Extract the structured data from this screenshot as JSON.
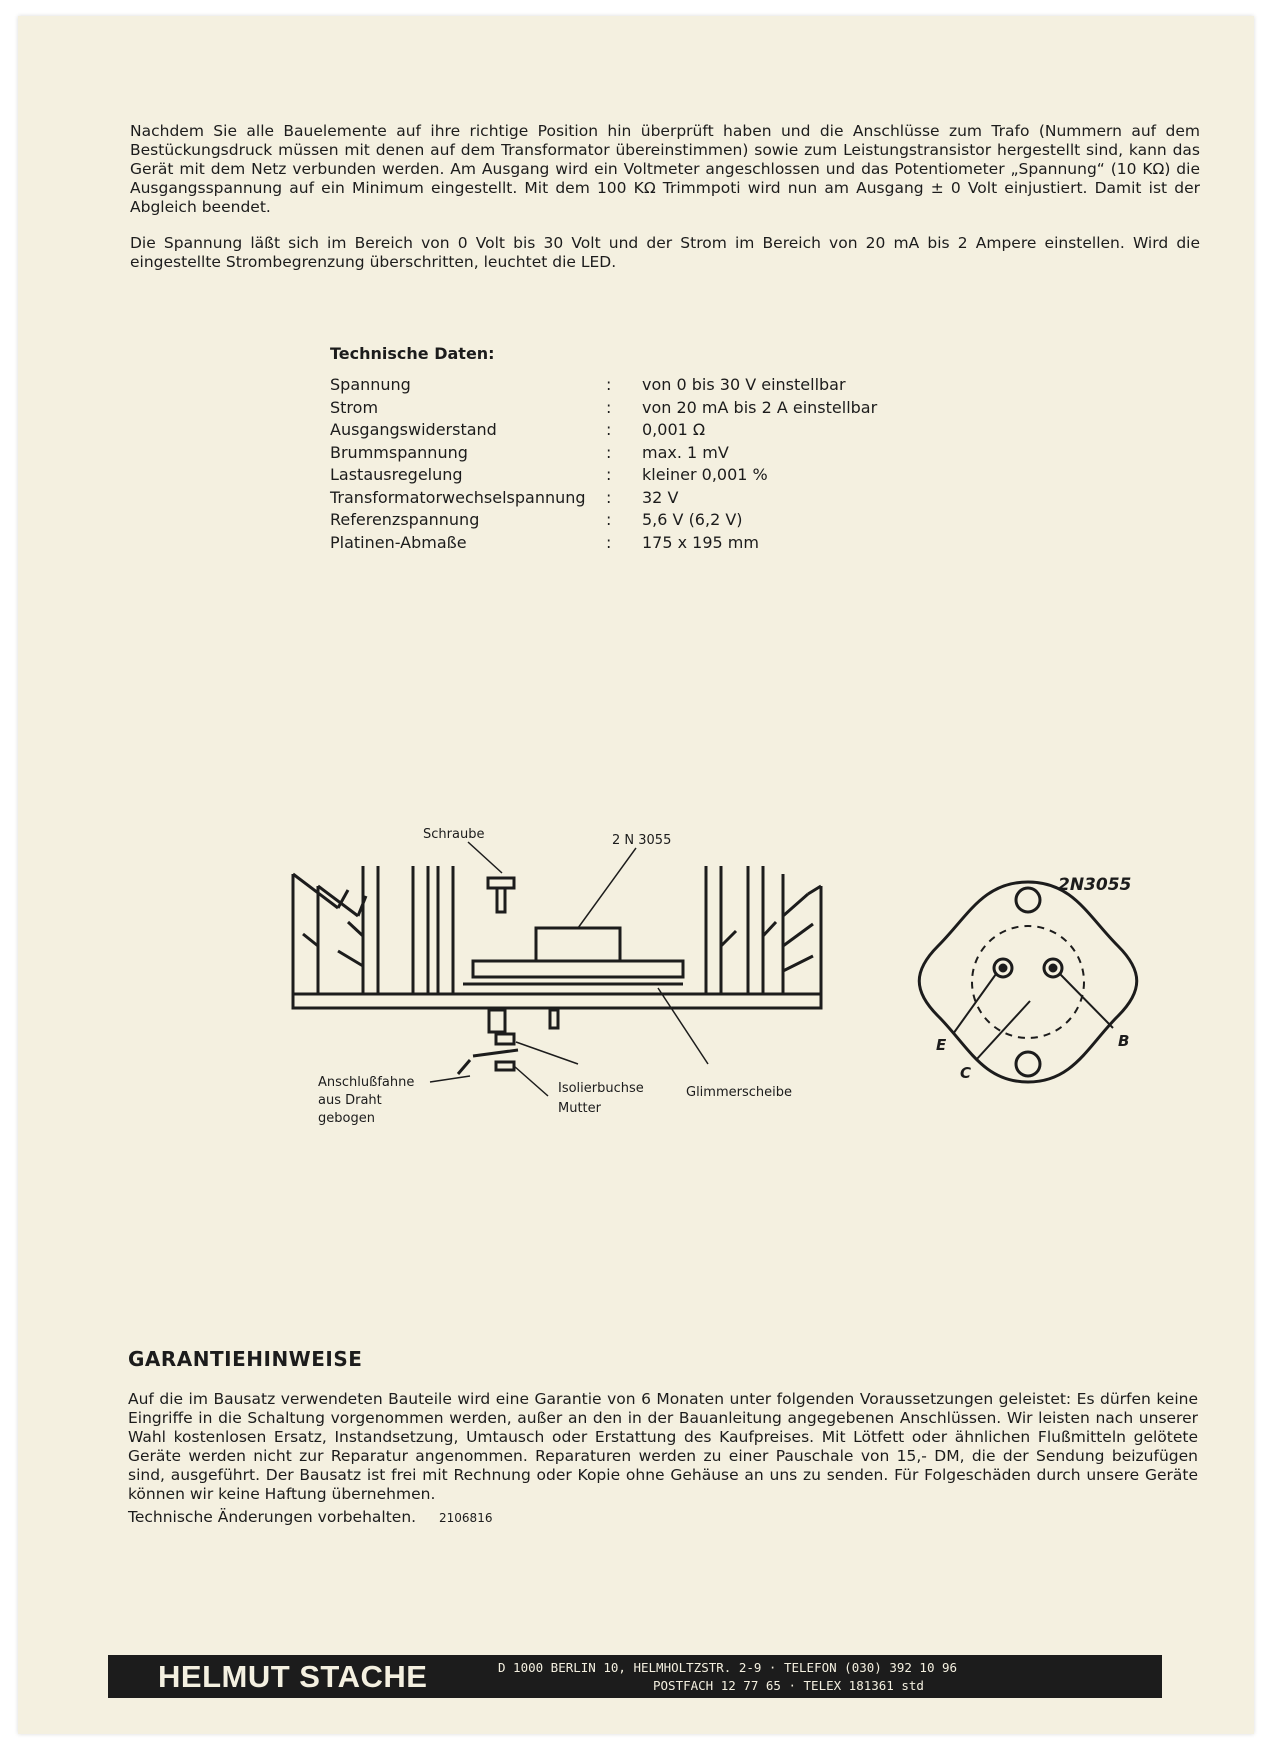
{
  "intro": {
    "p1": "Nachdem Sie alle Bauelemente auf ihre richtige Position hin überprüft haben und die Anschlüsse zum Trafo (Nummern auf dem Bestückungsdruck müssen mit denen auf dem Transformator übereinstimmen) sowie zum Leistungstransistor hergestellt sind, kann das Gerät mit dem Netz verbunden werden. Am Ausgang wird ein Voltmeter angeschlossen und das Potentiometer „Spannung“ (10 KΩ) die Ausgangsspannung auf ein Minimum eingestellt. Mit dem 100 KΩ Trimmpoti wird nun am Ausgang ± 0 Volt einjustiert. Damit ist der Abgleich beendet.",
    "p2": "Die Spannung läßt sich im Bereich von 0 Volt bis 30 Volt und der Strom im Bereich von 20 mA bis 2 Ampere einstellen. Wird die eingestellte Strombegrenzung überschritten, leuchtet die LED."
  },
  "specs": {
    "title": "Technische Daten:",
    "separator": ":",
    "rows": [
      {
        "label": "Spannung",
        "value": "von  0 bis 30 V einstellbar"
      },
      {
        "label": "Strom",
        "value": "von 20 mA bis 2 A einstellbar"
      },
      {
        "label": "Ausgangswiderstand",
        "value": "0,001 Ω"
      },
      {
        "label": "Brummspannung",
        "value": "max. 1 mV"
      },
      {
        "label": "Lastausregelung",
        "value": "kleiner 0,001 %"
      },
      {
        "label": "Transformatorwechselspannung",
        "value": "32 V"
      },
      {
        "label": "Referenzspannung",
        "value": "5,6 V  (6,2 V)"
      },
      {
        "label": "Platinen-Abmaße",
        "value": "175 x 195 mm"
      }
    ]
  },
  "diagram": {
    "screw_label": "Schraube",
    "transistor_label": "2 N 3055",
    "lug_label_1": "Anschlußfahne",
    "lug_label_2": "aus Draht",
    "lug_label_3": "gebogen",
    "bushing_label": "Isolierbuchse",
    "nut_label": "Mutter",
    "mica_label": "Glimmerscheibe"
  },
  "pinout": {
    "title": "2N3055",
    "pin_e": "E",
    "pin_c": "C",
    "pin_b": "B"
  },
  "warranty": {
    "heading": "GARANTIEHINWEISE",
    "body": "Auf die im Bausatz verwendeten Bauteile wird eine Garantie von 6 Monaten unter folgenden Voraussetzungen geleistet: Es dürfen keine Eingriffe in die Schaltung vorgenommen werden, außer an den in der Bauanleitung angegebenen Anschlüssen. Wir leisten nach unserer Wahl kostenlosen Ersatz, Instandsetzung, Umtausch oder Erstattung des Kaufpreises. Mit Lötfett oder ähnlichen Flußmitteln gelötete Geräte werden nicht zur Reparatur angenommen. Reparaturen werden zu einer Pauschale von 15,- DM, die der Sendung beizufügen sind, ausgeführt. Der Bausatz ist frei mit Rechnung oder Kopie ohne Gehäuse an uns zu senden. Für Folgeschäden durch unsere Geräte können wir keine Haftung übernehmen.",
    "note": "Technische Änderungen vorbehalten.",
    "code": "2106816"
  },
  "footer": {
    "brand": "HELMUT STACHE",
    "address_line1": "D 1000 BERLIN 10,  HELMHOLTZSTR. 2-9  ·  TELEFON (030) 392 10 96",
    "address_line2": "POSTFACH 12 77 65  ·  TELEX 181361 std"
  },
  "colors": {
    "paper": "#f4f0e0",
    "ink": "#1c1c1c"
  }
}
